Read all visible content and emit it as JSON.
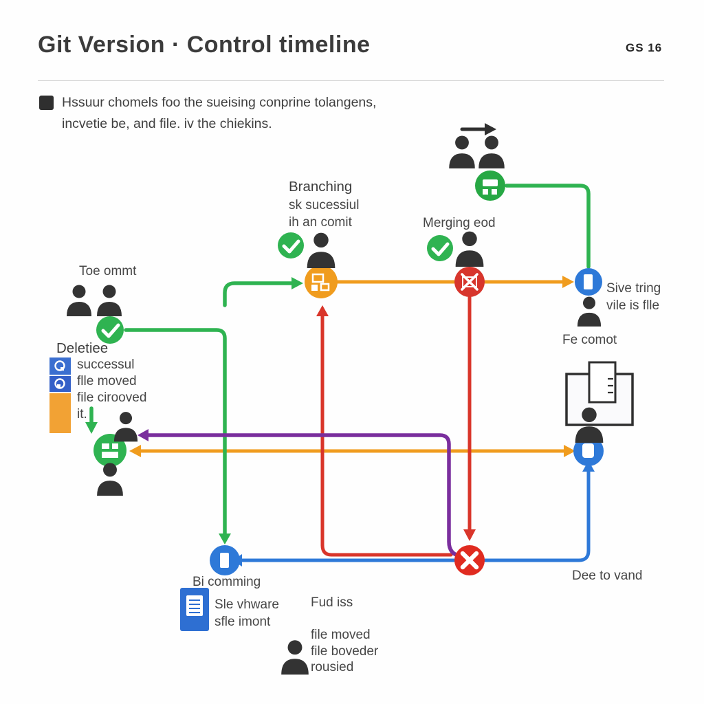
{
  "header": {
    "title": "Git Version · Control timeline",
    "code": "GS 16"
  },
  "legend": {
    "line1": "Hssuur chomels foo the sueising conprine tolangens,",
    "line2": "incvetie be, and file. iv the chiekins."
  },
  "labels": {
    "toe_ommt": "Toe ommt",
    "branching": {
      "l1": "Branching",
      "l2": "sk sucessiul",
      "l3": "ih an comit"
    },
    "merging": "Merging eod",
    "deletiee": "Deletiee",
    "delete_list": [
      "successul",
      "flle moved",
      "file cirooved",
      "it."
    ],
    "sive": {
      "l1": "Sive tring",
      "l2": "vile is flle"
    },
    "fe_comot": "Fe comot",
    "bi_comming": "Bi comming",
    "sle": {
      "l1": "Sle vhware",
      "l2": "sfle imont"
    },
    "fud_iss": "Fud iss",
    "file_list": {
      "l1": "file moved",
      "l2": "file boveder",
      "l3": "rousied"
    },
    "dee_to_vand": "Dee to vand"
  },
  "icons": {
    "check": "check-circle",
    "cross": "x-circle",
    "branch": "git-branch-circle",
    "commit": "commit-circle",
    "person": "person-silhouette",
    "monitor": "monitor-with-document",
    "document": "document-icon",
    "arrow": "right-arrow"
  },
  "colors": {
    "green": "#2fb351",
    "orange": "#f09c1e",
    "red": "#d9352a",
    "blue": "#2e79d8",
    "purple": "#7a2e9d",
    "dark": "#333333",
    "legend_blue": "#3b6fd0",
    "legend_orange": "#f2a234"
  }
}
